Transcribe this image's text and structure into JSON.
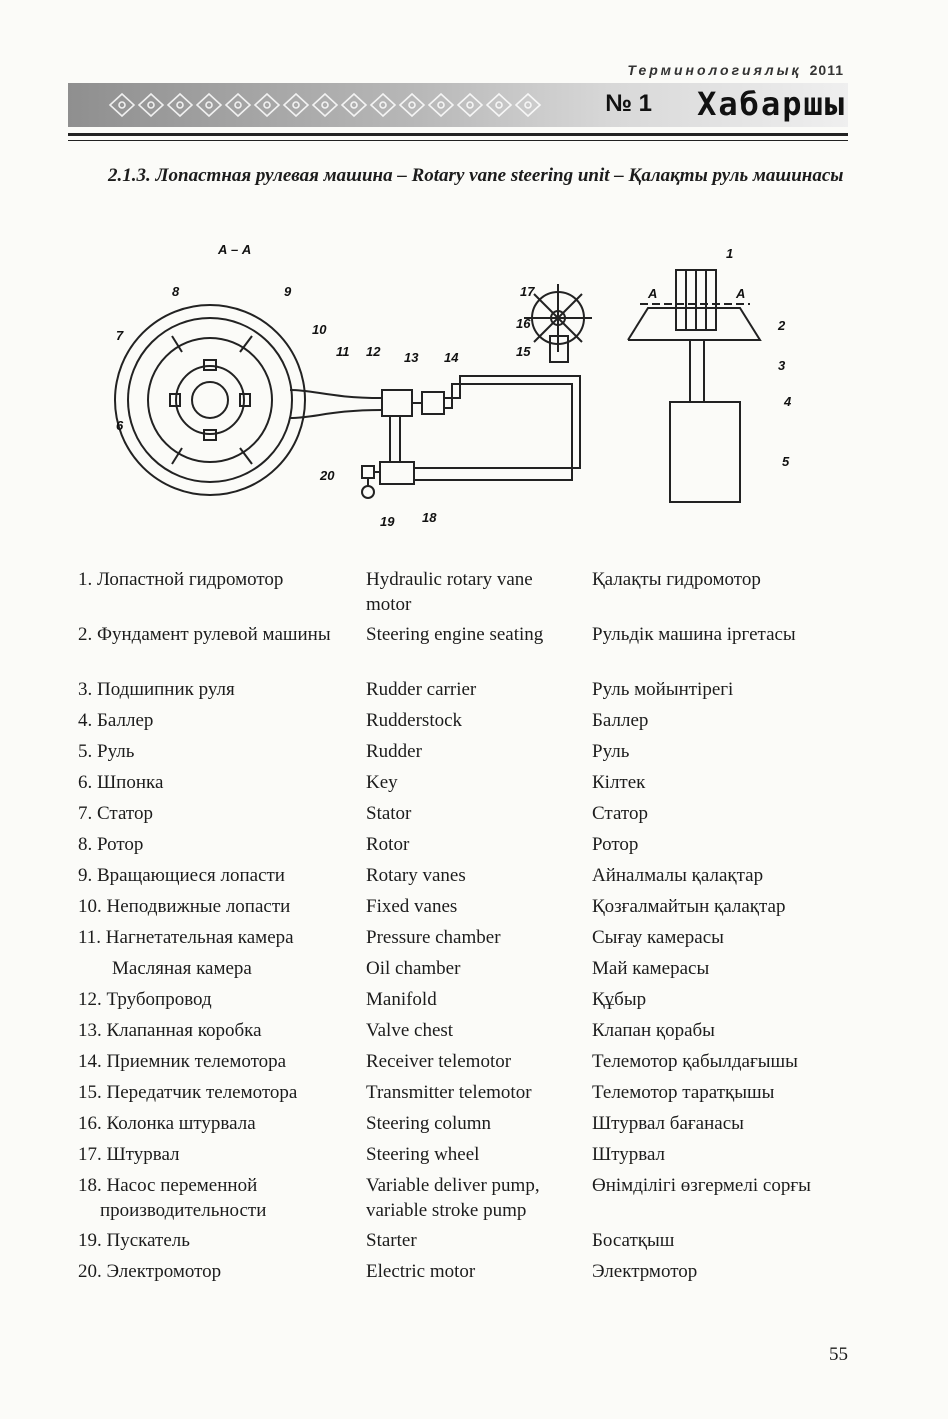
{
  "header": {
    "journal": "Терминологиялық",
    "year": "2011",
    "issue": "№ 1",
    "title": "Хабаршы"
  },
  "section": {
    "heading": "2.1.3. Лопастная рулевая машина – Rotary vane steering unit – Қалақты руль машинасы"
  },
  "diagram": {
    "section_label": "А – А",
    "callouts": [
      "1",
      "2",
      "3",
      "4",
      "5",
      "6",
      "7",
      "8",
      "9",
      "10",
      "11",
      "12",
      "13",
      "14",
      "15",
      "16",
      "17",
      "18",
      "19",
      "20"
    ],
    "cut_label": "А"
  },
  "terms": [
    {
      "ru": "1. Лопастной гидромотор",
      "en": "Hydraulic rotary vane motor",
      "kk": "Қалақты гидромотор",
      "lines": 2
    },
    {
      "ru": "2. Фундамент рулевой машины",
      "en": "Steering engine seating",
      "kk": "Рульдік машина іргетасы",
      "lines": 2
    },
    {
      "ru": "3. Подшипник руля",
      "en": "Rudder carrier",
      "kk": "Руль мойынтірегі",
      "lines": 1
    },
    {
      "ru": "4. Баллер",
      "en": "Rudderstock",
      "kk": "Баллер",
      "lines": 1
    },
    {
      "ru": "5. Руль",
      "en": "Rudder",
      "kk": "Руль",
      "lines": 1
    },
    {
      "ru": "6. Шпонка",
      "en": "Key",
      "kk": "Кілтек",
      "lines": 1
    },
    {
      "ru": "7. Статор",
      "en": "Stator",
      "kk": "Статор",
      "lines": 1
    },
    {
      "ru": "8. Ротор",
      "en": "Rotor",
      "kk": "Ротор",
      "lines": 1
    },
    {
      "ru": "9. Вращающиеся лопасти",
      "en": "Rotary vanes",
      "kk": "Айналмалы қалақтар",
      "lines": 1
    },
    {
      "ru": "10. Неподвижные лопасти",
      "en": "Fixed vanes",
      "kk": "Қозғалмайтын қалақтар",
      "lines": 1
    },
    {
      "ru": "11. Нагнетательная камера",
      "en": "Pressure chamber",
      "kk": "Сығау камерасы",
      "lines": 1
    },
    {
      "ru": "Масляная камера",
      "en": "Oil chamber",
      "kk": "Май камерасы",
      "lines": 1,
      "indent": true
    },
    {
      "ru": "12. Трубопровод",
      "en": "Manifold",
      "kk": "Құбыр",
      "lines": 1
    },
    {
      "ru": "13. Клапанная коробка",
      "en": "Valve chest",
      "kk": "Клапан қорабы",
      "lines": 1
    },
    {
      "ru": "14. Приемник телемотора",
      "en": "Receiver telemotor",
      "kk": "Телемотор қабылдағышы",
      "lines": 1
    },
    {
      "ru": "15. Передатчик телемотора",
      "en": "Transmitter telemotor",
      "kk": "Телемотор таратқышы",
      "lines": 1
    },
    {
      "ru": "16. Колонка штурвала",
      "en": "Steering column",
      "kk": "Штурвал бағанасы",
      "lines": 1
    },
    {
      "ru": "17. Штурвал",
      "en": "Steering wheel",
      "kk": "Штурвал",
      "lines": 1
    },
    {
      "ru": "18. Насос переменной производительности",
      "en": "Variable deliver pump, variable stroke pump",
      "kk": "Өнімділігі өзгермелі сорғы",
      "lines": 2
    },
    {
      "ru": "19. Пускатель",
      "en": "Starter",
      "kk": "Босатқыш",
      "lines": 1
    },
    {
      "ru": "20. Электромотор",
      "en": "Electric motor",
      "kk": "Электрмотор",
      "lines": 1
    }
  ],
  "footer": {
    "page_number": "55"
  }
}
